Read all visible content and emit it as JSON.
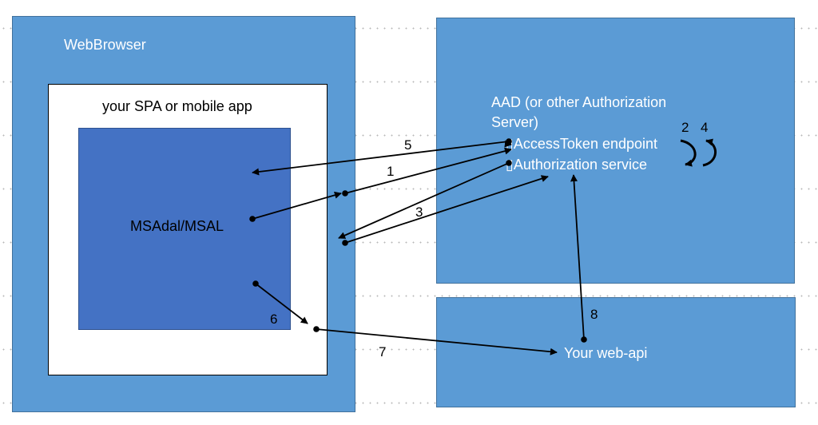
{
  "browser": {
    "title": "WebBrowser"
  },
  "app": {
    "title": "your SPA or mobile app"
  },
  "msal": {
    "label": "MSAdal/MSAL"
  },
  "aad": {
    "title_line1": "AAD (or other Authorization",
    "title_line2": "Server)",
    "access_token_endpoint": "AccessToken endpoint",
    "authorization_service": "Authorization service",
    "bullet_glyph": "▯"
  },
  "webapi": {
    "label": "Your web-api"
  },
  "steps": [
    "1",
    "2",
    "3",
    "4",
    "5",
    "6",
    "7",
    "8"
  ],
  "colors": {
    "box_blue": "#5b9bd5",
    "msal_blue": "#4472c4",
    "arrow": "#000000"
  }
}
